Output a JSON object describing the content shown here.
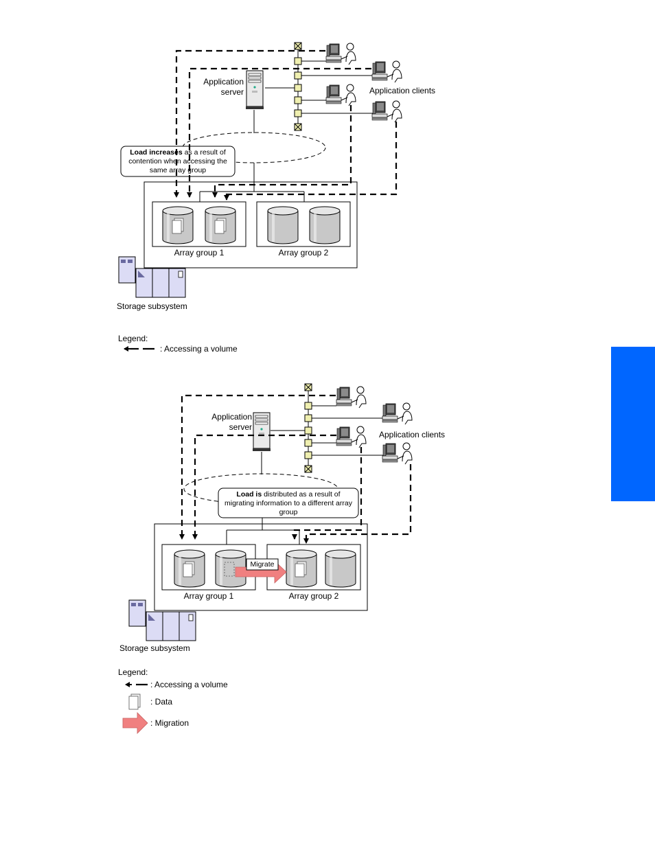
{
  "side_tab": {
    "color": "#0066ff"
  },
  "colors": {
    "data_highlight": "#f08080",
    "switch_fill": "#efefb0",
    "cabinet_fill": "#dcdcf5",
    "cylinder_fill": "#c8c8c8"
  },
  "figure1": {
    "server_label": [
      "Application",
      "server"
    ],
    "clients_label": "Application clients",
    "callout": {
      "bold": "Load increases",
      "rest_line1": " as a result of",
      "line2": "contention when accessing the",
      "line3": "same array group"
    },
    "array_group_1": "Array group 1",
    "array_group_2": "Array group 2",
    "storage_label": "Storage subsystem",
    "legend_title": "Legend:",
    "legend_access": ": Accessing a volume"
  },
  "figure2": {
    "server_label": [
      "Application",
      "server"
    ],
    "clients_label": "Application clients",
    "callout": {
      "bold": "Load is",
      "rest_line1": " distributed as a result of",
      "line2": "migrating information to a different array",
      "line3": "group"
    },
    "array_group_1": "Array group 1",
    "array_group_2": "Array group 2",
    "migrate_label": "Migrate",
    "storage_label": "Storage subsystem",
    "legend_title": "Legend:",
    "legend_access": ": Accessing a volume",
    "legend_data": ": Data",
    "legend_migration": ": Migration"
  }
}
